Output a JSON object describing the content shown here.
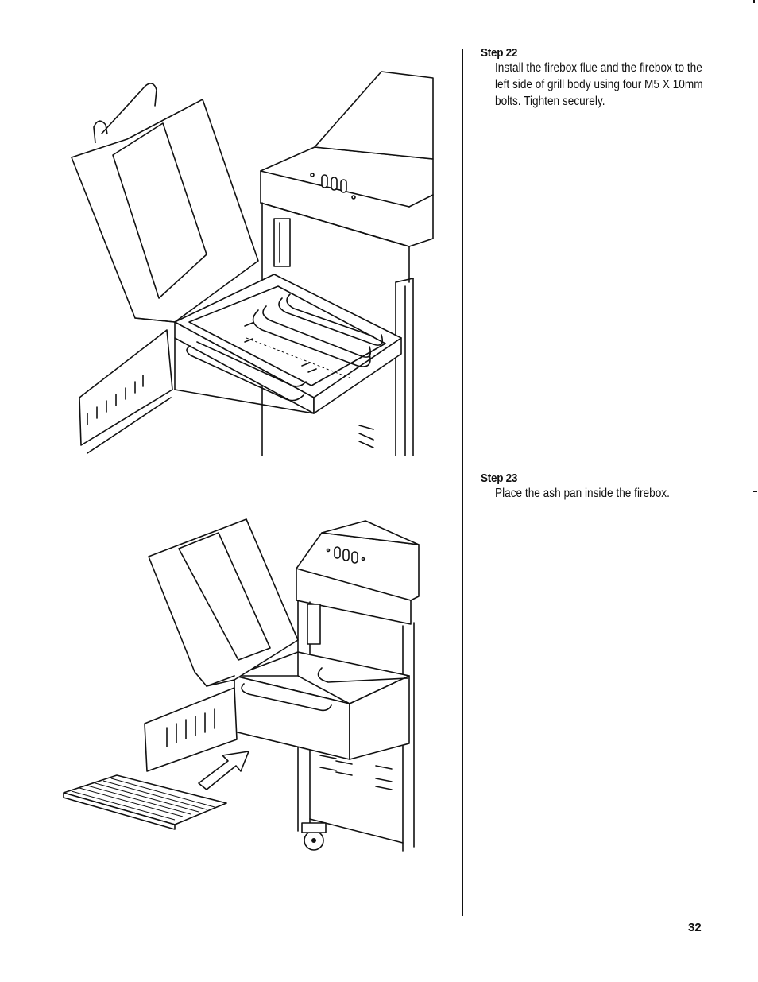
{
  "steps": [
    {
      "title": "Step 22",
      "text": "Install the firebox flue and the firebox to the left side of grill body using four M5 X 10mm bolts. Tighten securely."
    },
    {
      "title": "Step 23",
      "text": "Place the ash pan inside the firebox."
    }
  ],
  "page_number": "32",
  "figures": [
    {
      "name": "firebox-attachment-illustration",
      "icon": "bolt-icon"
    },
    {
      "name": "ash-pan-insertion-illustration",
      "icon": "arrow-icon"
    }
  ]
}
